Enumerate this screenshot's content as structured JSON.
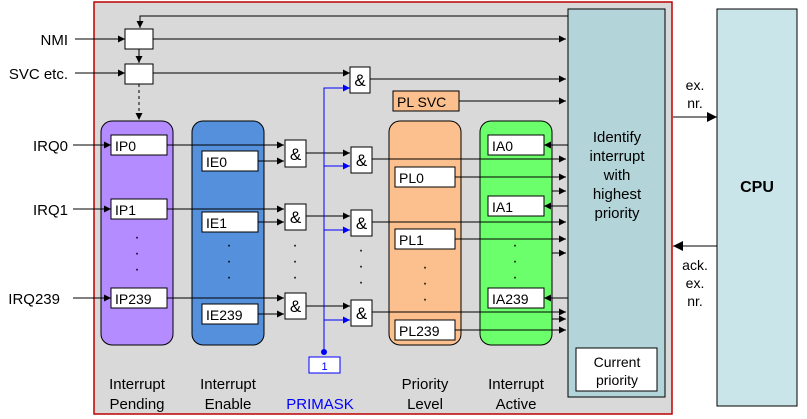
{
  "inputs": {
    "nmi": "NMI",
    "svc": "SVC etc.",
    "irq0": "IRQ0",
    "irq1": "IRQ1",
    "irq239": "IRQ239"
  },
  "registers": {
    "ip0": "IP0",
    "ip1": "IP1",
    "ip239": "IP239",
    "ie0": "IE0",
    "ie1": "IE1",
    "ie239": "IE239",
    "pl_svc": "PL SVC",
    "pl0": "PL0",
    "pl1": "PL1",
    "pl239": "PL239",
    "ia0": "IA0",
    "ia1": "IA1",
    "ia239": "IA239"
  },
  "gate_symbol": "&",
  "ellipsis_dot": "·",
  "primask_value": "1",
  "columns": {
    "pending": [
      "Interrupt",
      "Pending"
    ],
    "enable": [
      "Interrupt",
      "Enable"
    ],
    "primask": "PRIMASK",
    "priority": [
      "Priority",
      "Level"
    ],
    "active": [
      "Interrupt",
      "Active"
    ]
  },
  "identify": [
    "Identify",
    "interrupt",
    "with",
    "highest",
    "priority"
  ],
  "current_priority": [
    "Current",
    "priority"
  ],
  "cpu": "CPU",
  "cpu_in": [
    "ex.",
    "nr."
  ],
  "cpu_out": [
    "ack.",
    "ex.",
    "nr."
  ],
  "colors": {
    "panel": "#d9d9d9",
    "frame": "#c00000",
    "pending": "#b48cff",
    "enable": "#5590dc",
    "priority": "#fbc08e",
    "active": "#6cff6c",
    "identify": "#b3d4d9",
    "cpu": "#c9e5e9",
    "primask": "#0000ff"
  }
}
